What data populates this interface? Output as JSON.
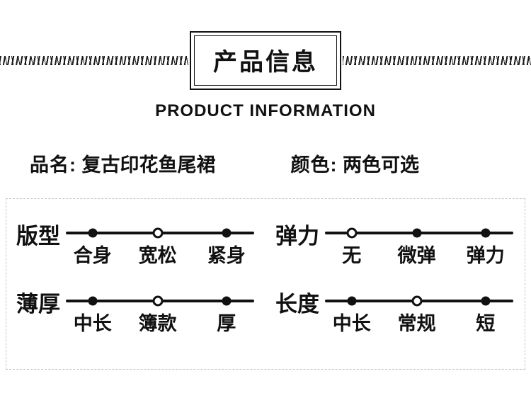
{
  "header": {
    "title_cn": "产品信息",
    "title_en": "PRODUCT INFORMATION"
  },
  "meta": {
    "name_label": "品名:",
    "name_value": "复古印花鱼尾裙",
    "color_label": "颜色:",
    "color_value": "两色可选"
  },
  "attributes": [
    {
      "label": "版型",
      "options": [
        "合身",
        "宽松",
        "紧身"
      ],
      "selected": 1
    },
    {
      "label": "弹力",
      "options": [
        "无",
        "微弹",
        "弹力"
      ],
      "selected": 0
    },
    {
      "label": "薄厚",
      "options": [
        "中长",
        "簿款",
        "厚"
      ],
      "selected": 1
    },
    {
      "label": "长度",
      "options": [
        "中长",
        "常规",
        "短"
      ],
      "selected": 1
    }
  ],
  "colors": {
    "ink": "#111111",
    "dash_border": "#c4c4c4"
  }
}
